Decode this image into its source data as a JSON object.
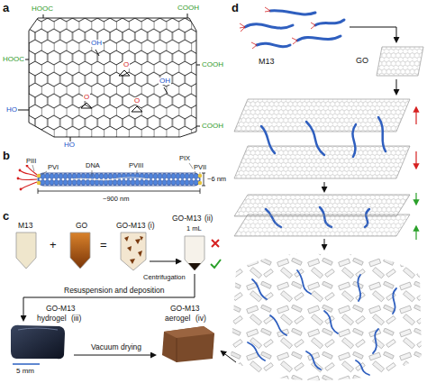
{
  "diagram": {
    "labels": [
      "a",
      "HOOC",
      "COOH",
      "HOOC",
      "OH",
      "O",
      "COOH",
      "O",
      "O",
      "OH",
      "HO",
      "COOH",
      "HO",
      "b",
      "PIII",
      "PVI",
      "DNA",
      "PVIII",
      "PIX",
      "PVII",
      "~6 nm",
      "~900 nm",
      "c",
      "M13",
      "GO",
      "GO-M13",
      "(i)",
      "GO-M13",
      "(ii)",
      "1 mL",
      "+",
      "=",
      "Centrifugation",
      "Resuspension and deposition",
      "GO-M13",
      "hydrogel",
      "(iii)",
      "5 mm",
      "Vacuum drying",
      "GO-M13",
      "aerogel",
      "(iv)",
      "d",
      "M13",
      "GO"
    ]
  }
}
